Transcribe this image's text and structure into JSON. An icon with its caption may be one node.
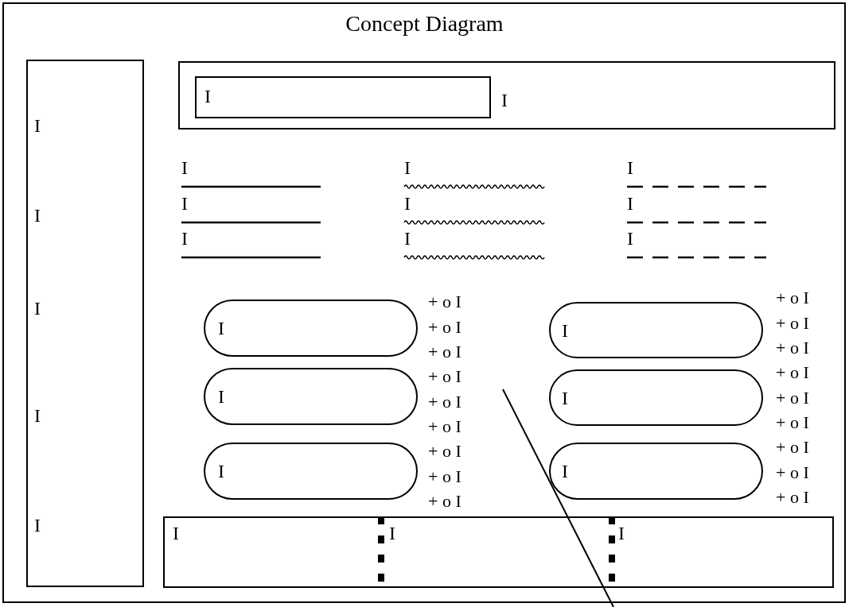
{
  "diagram": {
    "title": "Concept Diagram",
    "nodes": [
      {
        "text": [
          "I",
          "I",
          "I",
          "I",
          "I"
        ]
      },
      {
        "text": [
          "I"
        ]
      },
      {
        "text": [
          "I"
        ],
        "in": 1
      },
      {
        "text": [
          "I"
        ],
        "beside": [
          "+ o I",
          "+ o I",
          "+ o I"
        ]
      },
      {
        "text": [
          "I"
        ],
        "beside": [
          "+ o I",
          "+ o I",
          "+ o I"
        ]
      },
      {
        "text": [
          "I"
        ],
        "beside": [
          "+ o I",
          "+ o I",
          "+ o I"
        ]
      },
      {
        "text": [
          "I"
        ],
        "beside": [
          "+ o I",
          "+ o I",
          "+ o I"
        ]
      },
      {
        "text": [
          "I"
        ],
        "beside": [
          "+ o I",
          "+ o I",
          "+ o I"
        ]
      },
      {
        "text": [
          "I"
        ],
        "beside": [
          "+ o I",
          "+ o I",
          "+ o I"
        ]
      },
      {
        "text": [
          "I",
          "I",
          "I"
        ]
      }
    ],
    "labels": [
      "I",
      "I",
      "I",
      "I",
      "I",
      "I",
      "I",
      "I",
      "I"
    ]
  }
}
